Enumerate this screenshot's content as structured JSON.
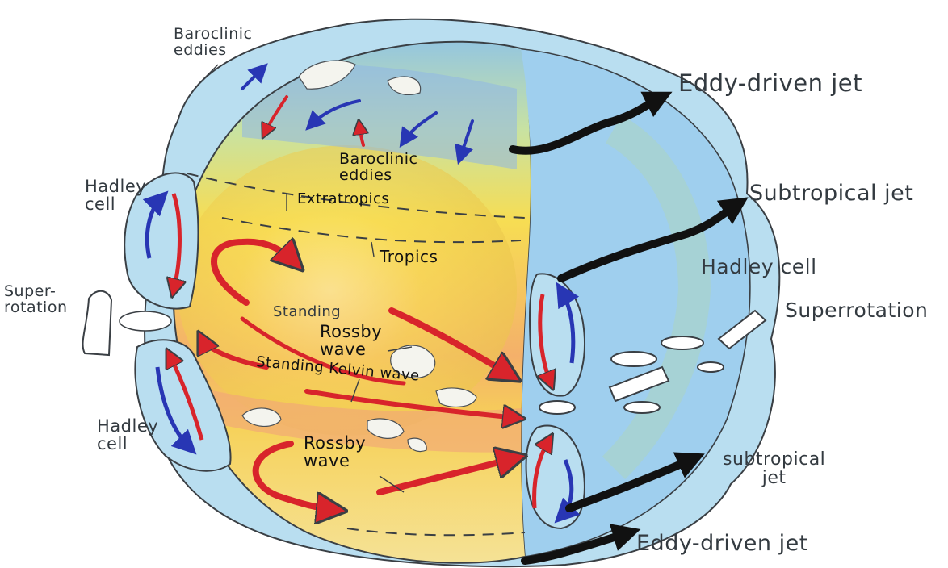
{
  "labels": {
    "baroclinic_top": "Baroclinic\neddies",
    "baroclinic_center": "Baroclinic\neddies",
    "extratropics": "Extratropics",
    "tropics": "Tropics",
    "hadley_left_top": "Hadley\ncell",
    "hadley_left_bottom": "Hadley\ncell",
    "hadley_right": "Hadley cell",
    "superrotation_left": "Super-\nrotation",
    "superrotation_right": "Superrotation",
    "standing_rossby": "Standing",
    "rossby_upper": "Rossby\nwave",
    "standing_kelvin": "Standing Kelvin wave",
    "rossby_lower": "Rossby\nwave",
    "eddy_jet_top": "Eddy-driven jet",
    "subtropical_jet_top": "Subtropical jet",
    "subtropical_jet_bottom": "subtropical\njet",
    "eddy_jet_bottom": "Eddy-driven jet"
  },
  "colors": {
    "outline": "#3a3f44",
    "cloud_blue": "#a9d8ef",
    "arrow_red": "#d8242b",
    "arrow_blue": "#2836b4",
    "jet_black": "#111111",
    "warm_yellow": "#f7d84a",
    "warm_orange": "#f2a15f",
    "temperate_green": "#cfe3a2"
  }
}
